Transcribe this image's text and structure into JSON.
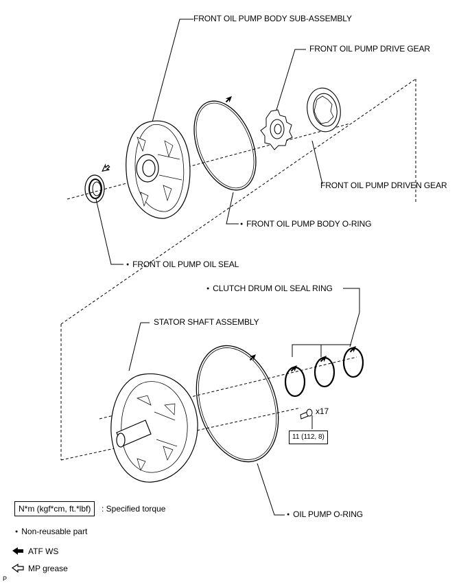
{
  "labels": {
    "pump_body": "FRONT OIL PUMP BODY SUB-ASSEMBLY",
    "drive_gear": "FRONT OIL PUMP DRIVE GEAR",
    "driven_gear": "FRONT OIL PUMP DRIVEN GEAR",
    "body_oring": "FRONT OIL PUMP BODY O-RING",
    "oil_seal": "FRONT OIL PUMP OIL SEAL",
    "clutch_ring": "CLUTCH DRUM OIL SEAL RING",
    "stator": "STATOR SHAFT ASSEMBLY",
    "pump_oring": "OIL PUMP O-RING",
    "bolt_qty": "x17",
    "torque": "11 (112, 8)"
  },
  "legend": {
    "torque_box": "N*m (kgf*cm, ft.*lbf)",
    "torque_text": ": Specified torque",
    "nonreusable": "Non-reusable part",
    "atf": "ATF WS",
    "grease": "MP grease"
  },
  "corner_mark": "P",
  "icons": {
    "nonreusable": "filled-dot-icon",
    "atf": "filled-arrow-icon",
    "grease": "outline-arrow-icon"
  }
}
